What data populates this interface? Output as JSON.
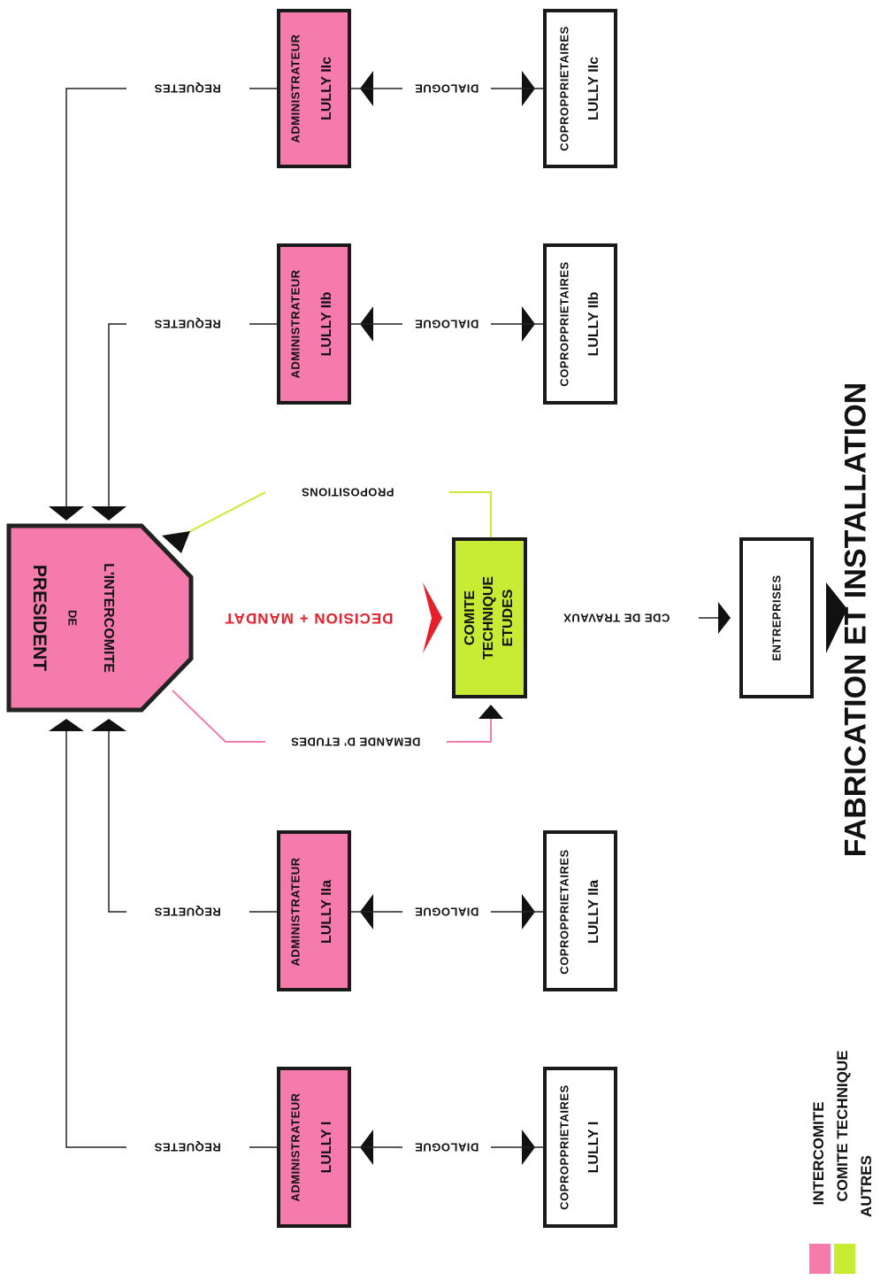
{
  "colors": {
    "intercomite": "#f47bab",
    "comite_technique": "#c8ec33",
    "autres": "#ffffff",
    "decision": "#e4202a"
  },
  "title": "FABRICATION ET INSTALLATION",
  "president": {
    "line1": "PRESIDENT",
    "line2": "DE",
    "line3": "L'INTERCOMITE"
  },
  "comite": {
    "line1": "COMITE",
    "line2": "TECHNIQUE",
    "line3": "ETUDES"
  },
  "entreprises": "ENTREPRISES",
  "administrateurs": [
    {
      "role": "ADMINISTRATEUR",
      "name": "LULLY IIc"
    },
    {
      "role": "ADMINISTRATEUR",
      "name": "LULLY IIb"
    },
    {
      "role": "ADMINISTRATEUR",
      "name": "LULLY IIa"
    },
    {
      "role": "ADMINISTRATEUR",
      "name": "LULLY I"
    }
  ],
  "coproprietaires": [
    {
      "role": "COPROPPRIETAIRES",
      "name": "LULLY IIc"
    },
    {
      "role": "COPROPPRIETAIRES",
      "name": "LULLY IIb"
    },
    {
      "role": "COPROPPRIETAIRES",
      "name": "LULLY IIa"
    },
    {
      "role": "COPROPPRIETAIRES",
      "name": "LULLY I"
    }
  ],
  "labels": {
    "requetes": "REQUETES",
    "dialogue": "DIALOGUE",
    "propositions": "PROPOSITIONS",
    "decision": "DECISION + MANDAT",
    "demande": "DEMANDE D' ETUDES",
    "cde": "CDE DE TRAVAUX"
  },
  "legend": [
    {
      "label": "INTERCOMITE",
      "color": "#f47bab"
    },
    {
      "label": "COMITE TECHNIQUE",
      "color": "#c8ec33"
    },
    {
      "label": "AUTRES",
      "color": "#ffffff"
    }
  ]
}
